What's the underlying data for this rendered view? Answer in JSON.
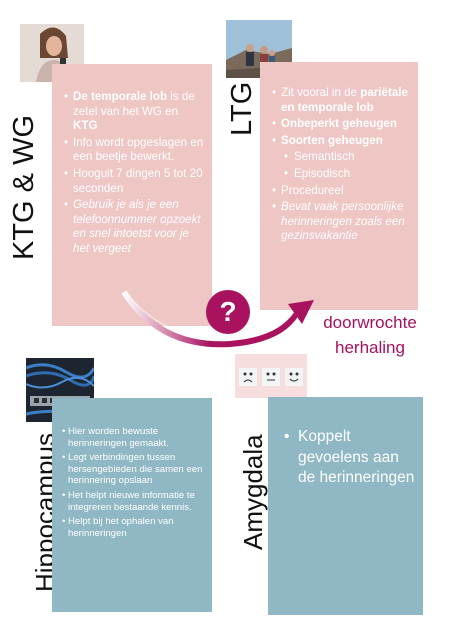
{
  "colors": {
    "pink_box": "#eec6c3",
    "blue_box": "#8fb7c4",
    "accent": "#a8125f",
    "text_white": "#ffffff"
  },
  "ktg": {
    "label": "KTG & WG",
    "items": [
      {
        "parts": [
          {
            "text": "De temporale lob",
            "bold": true
          },
          {
            "text": " is de zetel van het  WG en "
          },
          {
            "text": "KTG",
            "bold": true
          }
        ]
      },
      {
        "parts": [
          {
            "text": "Info wordt opgeslagen en een beetje bewerkt."
          }
        ]
      },
      {
        "parts": [
          {
            "text": "Hooguit 7 dingen 5 tot 20 seconden"
          }
        ]
      },
      {
        "parts": [
          {
            "text": "Gebruik je als je een telefoonnummer opzoekt en snel intoetst voor je het vergeet",
            "italic": true
          }
        ]
      }
    ]
  },
  "ltg": {
    "label": "LTG",
    "items": [
      {
        "parts": [
          {
            "text": "Zit vooral in de "
          },
          {
            "text": "pariëtale en temporale lob",
            "bold": true
          }
        ]
      },
      {
        "parts": [
          {
            "text": "Onbeperkt geheugen",
            "bold": true
          }
        ]
      },
      {
        "parts": [
          {
            "text": "Soorten geheugen",
            "bold": true
          }
        ]
      },
      {
        "sub": true,
        "parts": [
          {
            "text": "Semantisch"
          }
        ]
      },
      {
        "sub": true,
        "parts": [
          {
            "text": " Episodisch"
          }
        ]
      },
      {
        "parts": [
          {
            "text": "Procedureel"
          }
        ]
      },
      {
        "parts": [
          {
            "text": "Bevat vaak persoonlijke herinneringen zoals een gezinsvakantie",
            "italic": true
          }
        ]
      }
    ]
  },
  "connector": {
    "question_mark": "?",
    "caption_line1": "doorwrochte",
    "caption_line2": "herhaling"
  },
  "hippocampus": {
    "label": "Hippocampus",
    "items": [
      "Hier worden bewuste herinneringen gemaakt.",
      "Legt verbindingen tussen hersengebieden die samen een herinnering opslaan",
      "Het helpt nieuwe informatie te integreren bestaande kennis.",
      "Helpt bij het ophalen van herinneringen"
    ]
  },
  "amygdala": {
    "label": "Amygdala",
    "items": [
      "Koppelt gevoelens aan de herinneringen"
    ]
  },
  "icons": {
    "ktg_photo": "woman-with-phone-photo",
    "ltg_photo": "family-vacation-photo",
    "hippo_photo": "network-cables-photo",
    "amyg_photo": "emotion-faces-photo"
  }
}
